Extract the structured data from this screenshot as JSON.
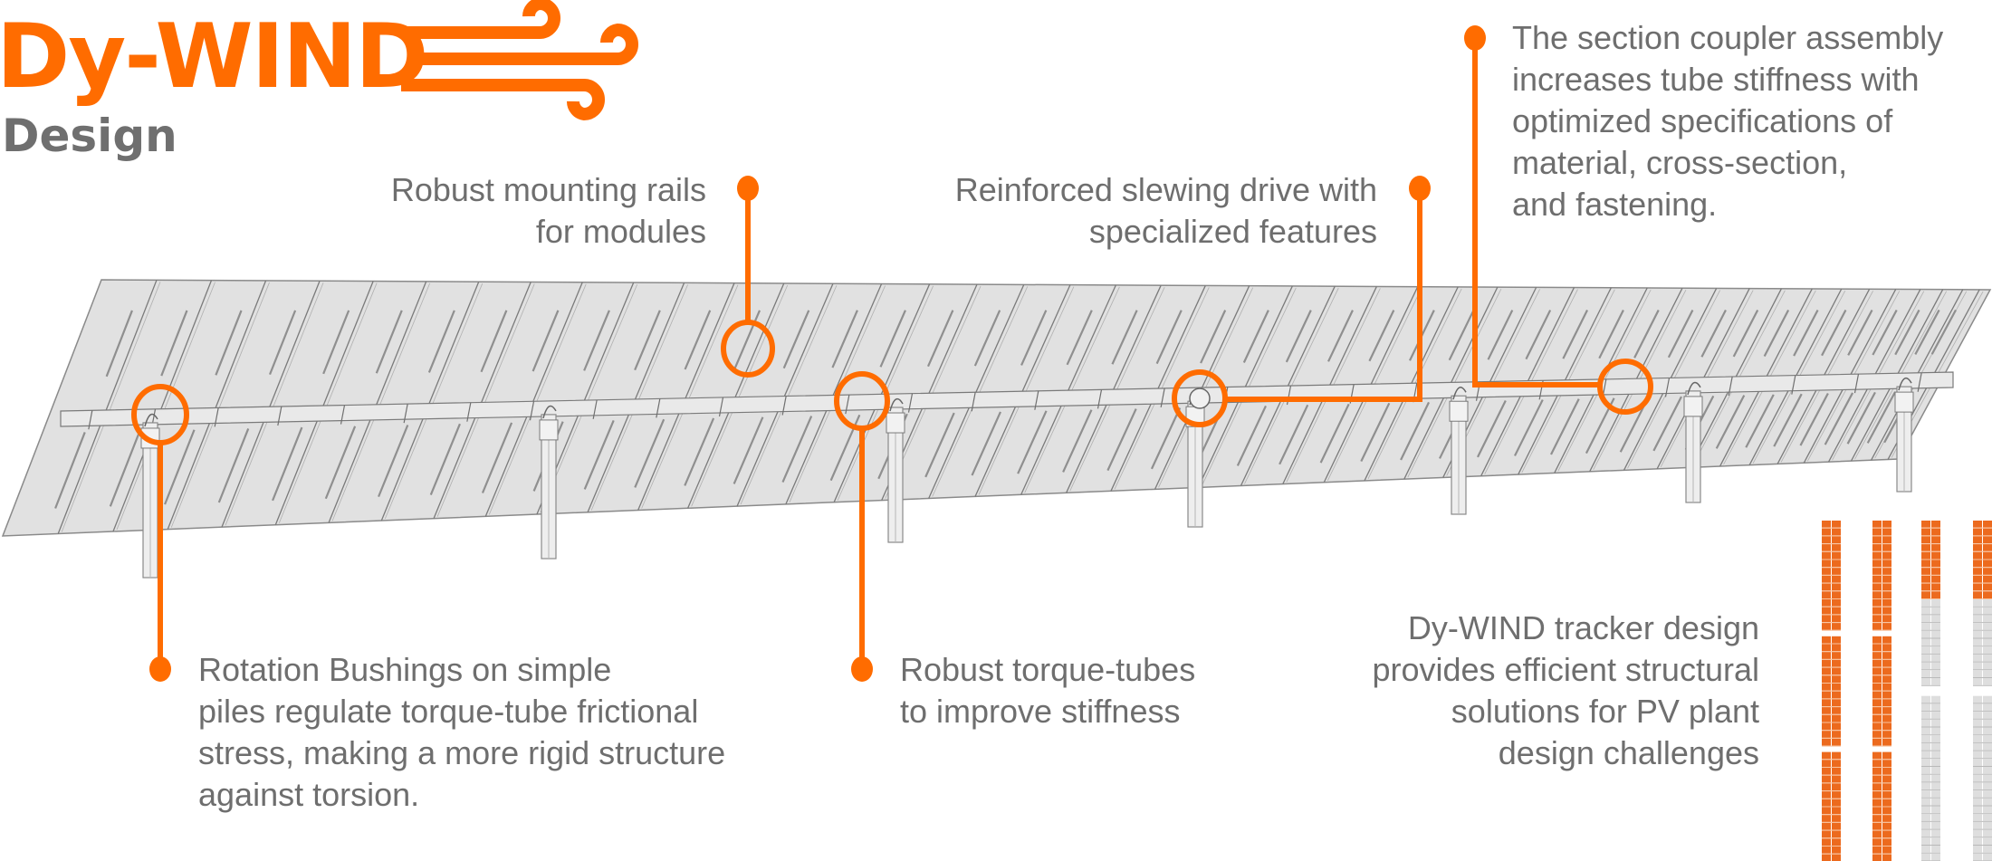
{
  "logo": {
    "brand": "Dy-WIND",
    "subtitle": "Design",
    "brand_color": "#ff6c00",
    "subtitle_color": "#6f6f6f"
  },
  "colors": {
    "accent": "#ff6c00",
    "text": "#6e6e6e",
    "panel_fill": "#e1e1e1",
    "panel_line": "#7a7a7a",
    "grid_orange": "#ec6a1e",
    "grid_grey": "#dedede"
  },
  "callouts": [
    {
      "id": "mounting-rails",
      "lines": [
        "Robust mounting rails",
        "for modules"
      ],
      "align": "right"
    },
    {
      "id": "slewing-drive",
      "lines": [
        "Reinforced slewing drive with",
        "specialized features"
      ],
      "align": "right"
    },
    {
      "id": "section-coupler",
      "lines": [
        "The section coupler assembly",
        "increases tube stiffness with",
        "optimized specifications of",
        "material, cross-section,",
        "and fastening."
      ],
      "align": "left"
    },
    {
      "id": "rotation-bushings",
      "lines": [
        "Rotation Bushings on simple",
        "piles regulate torque-tube frictional",
        "stress, making a more rigid structure",
        "against torsion."
      ],
      "align": "left"
    },
    {
      "id": "torque-tubes",
      "lines": [
        "Robust torque-tubes",
        "to improve stiffness"
      ],
      "align": "left"
    }
  ],
  "summary": {
    "lines": [
      "Dy-WIND tracker design",
      "provides efficient structural",
      "solutions for PV plant",
      "design challenges"
    ],
    "align": "right"
  },
  "layout_grid": {
    "columns": [
      {
        "blocks": [
          {
            "rows": 14,
            "orange_rows": 14
          },
          {
            "rows": 14,
            "orange_rows": 14
          },
          {
            "rows": 14,
            "orange_rows": 14
          }
        ]
      },
      {
        "blocks": [
          {
            "rows": 14,
            "orange_rows": 14
          },
          {
            "rows": 14,
            "orange_rows": 14
          },
          {
            "rows": 14,
            "orange_rows": 14
          }
        ]
      },
      {
        "blocks": [
          {
            "rows": 21,
            "orange_rows": 10
          },
          {
            "rows": 21,
            "orange_rows": 0
          }
        ]
      },
      {
        "blocks": [
          {
            "rows": 21,
            "orange_rows": 10
          },
          {
            "rows": 21,
            "orange_rows": 0
          }
        ]
      }
    ]
  }
}
